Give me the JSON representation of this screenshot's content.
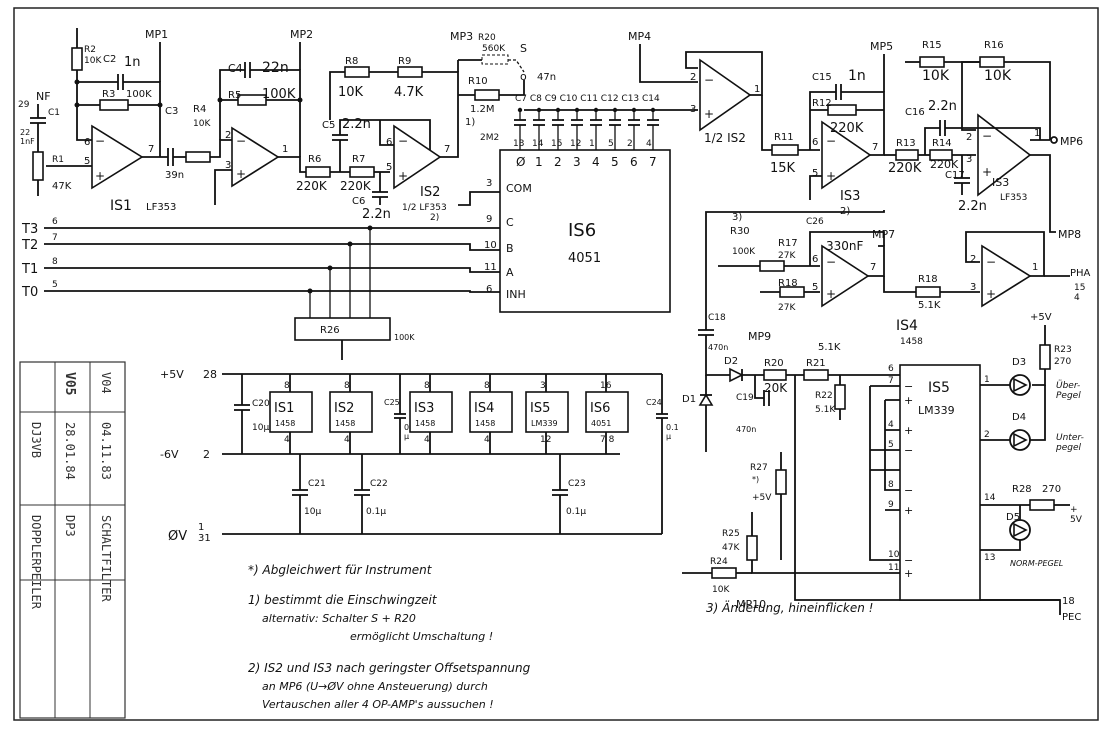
{
  "mp": {
    "mp1": "MP1",
    "mp2": "MP2",
    "mp3": "MP3",
    "mp4": "MP4",
    "mp5": "MP5",
    "mp6": "MP6",
    "mp7": "MP7",
    "mp8": "MP8",
    "mp9": "MP9",
    "mp10": "MP10"
  },
  "stage1": {
    "nf": "NF",
    "pin29": "29",
    "c1": "C1",
    "c1_val": "22\n1nF",
    "r1": "R1",
    "r1_val": "47K",
    "r2": "R2",
    "r2_val": "10K",
    "c2": "C2",
    "c2_val": "1n",
    "r3": "R3",
    "r3_val": "100K",
    "c3": "C3",
    "c3_val": "39n",
    "r4": "R4",
    "r4_val": "10K",
    "is1": "IS1",
    "is1_type": "LF353"
  },
  "stage2": {
    "c4": "C4",
    "c4_val": "22n",
    "r5": "R5",
    "r5_val": "100K",
    "r6": "R6",
    "r6_val": "220K",
    "r7": "R7",
    "r7_val": "220K",
    "c5": "C5",
    "c5_val": "2.2n",
    "c6": "C6",
    "c6_val": "2.2n",
    "r8": "R8",
    "r8_val": "10K",
    "r9": "R9",
    "r9_val": "4.7K",
    "is2": "IS2",
    "is2_sub": "1/2 LF353",
    "note2": "2)",
    "r20": "R20",
    "r20_val": "560K",
    "s": "S",
    "r10": "R10",
    "r10_val": "1.2M",
    "note1": "1)",
    "r_2m2": "2M2",
    "caps": "C7 C8 C9 C10 C11 C12 C13 C14",
    "c47n": "47n"
  },
  "is6": {
    "name": "IS6",
    "type": "4051",
    "com": "COM",
    "c": "C",
    "b": "B",
    "a": "A",
    "inh": "INH",
    "top_pins": [
      "13",
      "14",
      "15",
      "12",
      "1",
      "5",
      "2",
      "4"
    ],
    "top_labels": [
      "Ø",
      "1",
      "2",
      "3",
      "4",
      "5",
      "6",
      "7"
    ],
    "pin_com": "3",
    "pin_c": "9",
    "pin_b": "10",
    "pin_a": "11",
    "pin_inh": "6"
  },
  "inputs": [
    {
      "label": "T3",
      "pin": "6"
    },
    {
      "label": "T2",
      "pin": "7"
    },
    {
      "label": "T1",
      "pin": "8"
    },
    {
      "label": "T0",
      "pin": "5"
    }
  ],
  "r26": {
    "name": "R26",
    "val": "100K"
  },
  "stage3": {
    "is2_half": "1/2 IS2",
    "r11": "R11",
    "r11_val": "15K",
    "c15": "C15",
    "c15_val": "1n",
    "r12": "R12",
    "r12_val": "220K",
    "is3": "IS3",
    "note2": "2)"
  },
  "stage4": {
    "r15": "R15",
    "r15_val": "10K",
    "r16": "R16",
    "r16_val": "10K",
    "c16": "C16",
    "c16_val": "2.2n",
    "r13": "R13",
    "r13_val": "220K",
    "r14": "R14",
    "r14_val": "220K",
    "c17": "C17",
    "c17_val": "2.2n",
    "is3": "IS3",
    "is3_type": "LF353"
  },
  "stage5": {
    "note3": "3)",
    "r30": "R30",
    "r30_val": "100K",
    "c26": "C26",
    "c26_val": "330nF",
    "r17": "R17",
    "r17_val": "27K",
    "r18_a": "R18",
    "r18_a_val": "27K",
    "r18": "R18",
    "r18_val": "5.1K",
    "pha": "PHA",
    "pha_pins": "15\n4",
    "is4": "IS4",
    "is4_type": "1458"
  },
  "detector": {
    "c18": "C18",
    "c18_val": "470n",
    "d1": "D1",
    "d2": "D2",
    "r20": "R20",
    "r20_val": "20K",
    "r21": "R21",
    "r21_val": "5.1K",
    "r22": "R22",
    "r22_val": "5.1K",
    "c19": "C19",
    "c19_val": "470n",
    "r27": "R27",
    "r27_note": "*)",
    "plus5": "+5V",
    "r25": "R25",
    "r25_val": "47K",
    "r24": "R24",
    "r24_val": "10K",
    "is5": "IS5",
    "is5_type": "LM339"
  },
  "leds": {
    "plus5": "+5V",
    "r23": "R23",
    "r23_val": "270",
    "d3": "D3",
    "ueber": "Über-\nPegel",
    "d4": "D4",
    "unter": "Unter-\npegel",
    "r28": "R28",
    "r28_val": "270",
    "r28_5v": "+\n5V",
    "d5": "D5",
    "norm": "NORM-PEGEL",
    "pec": "PEC",
    "pec_pin": "18"
  },
  "power": {
    "p5": "+5V",
    "p5_pin": "28",
    "m6": "-6V",
    "m6_pin": "2",
    "gnd": "ØV",
    "gnd_pins": "1\n31",
    "c20": "C20",
    "c20_val": "10µ",
    "c25": "C25",
    "c25_val": "0.1\nµ",
    "c24": "C24",
    "c24_val": "0.1\nµ",
    "c21": "C21",
    "c21_val": "10µ",
    "c22": "C22",
    "c22_val": "0.1µ",
    "c23": "C23",
    "c23_val": "0.1µ",
    "chips": [
      {
        "name": "IS1",
        "type": "1458",
        "top": "8",
        "bot": "4"
      },
      {
        "name": "IS2",
        "type": "1458",
        "top": "8",
        "bot": "4"
      },
      {
        "name": "IS3",
        "type": "1458",
        "top": "8",
        "bot": "4"
      },
      {
        "name": "IS4",
        "type": "1458",
        "top": "8",
        "bot": "4"
      },
      {
        "name": "IS5",
        "type": "LM339",
        "top": "3",
        "bot": "12"
      },
      {
        "name": "IS6",
        "type": "4051",
        "top": "16",
        "bot": "7   8"
      }
    ]
  },
  "notes": {
    "star": "*) Abgleichwert für Instrument",
    "n1a": "1) bestimmt die Einschwingzeit",
    "n1b": "alternativ: Schalter S + R20",
    "n1c": "ermöglicht Umschaltung !",
    "n2a": "2) IS2 und IS3 nach geringster Offsetspannung",
    "n2b": "an MP6 (U→ØV ohne Ansteuerung) durch",
    "n2c": "Vertauschen aller 4 OP-AMP's aussuchen !",
    "n3": "3) Änderung, hineinflicken !"
  },
  "title_block": {
    "col1": [
      "V04",
      "04.11.83",
      "SCHALTFILTER"
    ],
    "col2": [
      "V05",
      "28.01.84",
      "DP3"
    ],
    "col3": [
      "",
      "DJ3VB",
      "DOPPLERPEILER"
    ]
  }
}
